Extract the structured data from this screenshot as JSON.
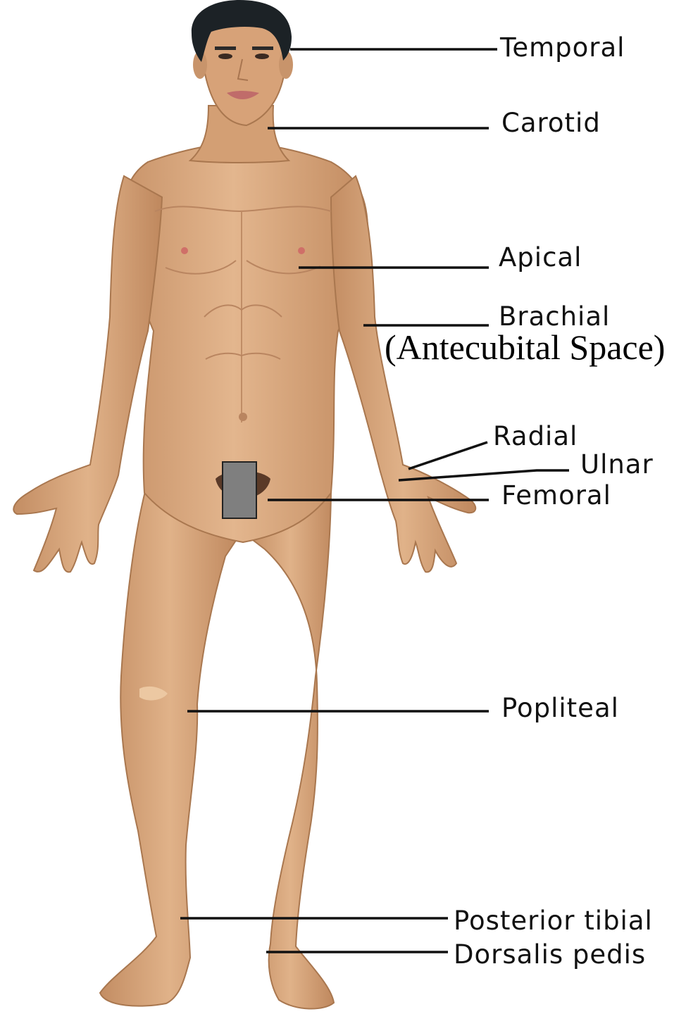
{
  "labels": {
    "temporal": "Temporal",
    "carotid": "Carotid",
    "apical": "Apical",
    "brachial": "Brachial",
    "antecubital": "(Antecubital Space)",
    "radial": "Radial",
    "ulnar": "Ulnar",
    "femoral": "Femoral",
    "popliteal": "Popliteal",
    "posterior_tibial": "Posterior tibial",
    "dorsalis_pedis": "Dorsalis pedis"
  },
  "colors": {
    "skin": "#d9a77c",
    "skin_shadow": "#b98560",
    "skin_light": "#e8bf98",
    "hair": "#1c2226",
    "censor_box": "#7f7f7f"
  }
}
